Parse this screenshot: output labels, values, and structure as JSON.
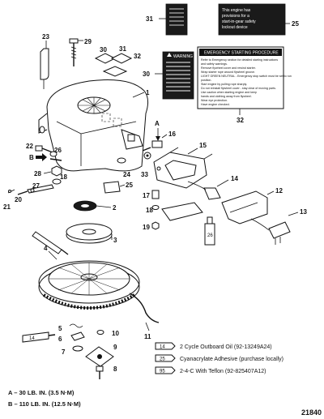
{
  "callouts": {
    "c1": "1",
    "c2": "2",
    "c3": "3",
    "c4": "4",
    "c5": "5",
    "c6": "6",
    "c7": "7",
    "c8": "8",
    "c9": "9",
    "c10": "10",
    "c11": "11",
    "c12": "12",
    "c13": "13",
    "c14": "14",
    "c15": "15",
    "c16": "16",
    "c17": "17",
    "c18": "18",
    "c19": "19",
    "c20": "20",
    "c21": "21",
    "c22": "22",
    "c23": "23",
    "c24": "24",
    "c25": "25",
    "c26": "26",
    "c27": "27",
    "c28": "28",
    "c29": "29",
    "c30": "30",
    "c31": "31",
    "c32": "32",
    "c33": "33",
    "c14b": "14",
    "c25b": "25",
    "c31b": "31",
    "c32b": "32",
    "tube14": "14",
    "tube25": "25",
    "tube26": "26",
    "tube95": "95"
  },
  "torque_markers": {
    "a": "A",
    "b": "B"
  },
  "decal_25": {
    "line1": "This engine has",
    "line2": "provisions for a",
    "line3": "start-in-gear safety",
    "line4": "lockout device"
  },
  "decal_32": {
    "title": "EMERGENCY STARTING PROCEDURE",
    "lines": [
      "Refer to Emergency section for detailed starting instructions",
      "and safety warnings.",
      "Remove flywheel cover and rewind starter.",
      "Wrap starter rope around flywheel groove.",
      "LIGHT GREEN NEUTRAL - Emergency stop switch must be set to run",
      "position.",
      "Start engine by pulling rope sharply.",
      "Do not reinstall flywheel cover - stay clear of moving parts.",
      "Use caution when starting engine and keep",
      "hands and clothing away from flywheel.",
      "Wear eye protection.",
      "Have engine checked."
    ]
  },
  "decal_30": {
    "label": "WARNING"
  },
  "legend": [
    {
      "tube": "14",
      "text": "2 Cycle Outboard Oil (92-13249A24)"
    },
    {
      "tube": "25",
      "text": "Cyanacrylate Adhesive (purchase locally)"
    },
    {
      "tube": "95",
      "text": "2-4-C With Teflon (92-825407A12)"
    }
  ],
  "torque_specs": {
    "a": "A – 30 LB. IN. (3.5 N·M)",
    "b": "B – 110 LB. IN. (12.5 N·M)"
  },
  "drawing_number": "21840"
}
